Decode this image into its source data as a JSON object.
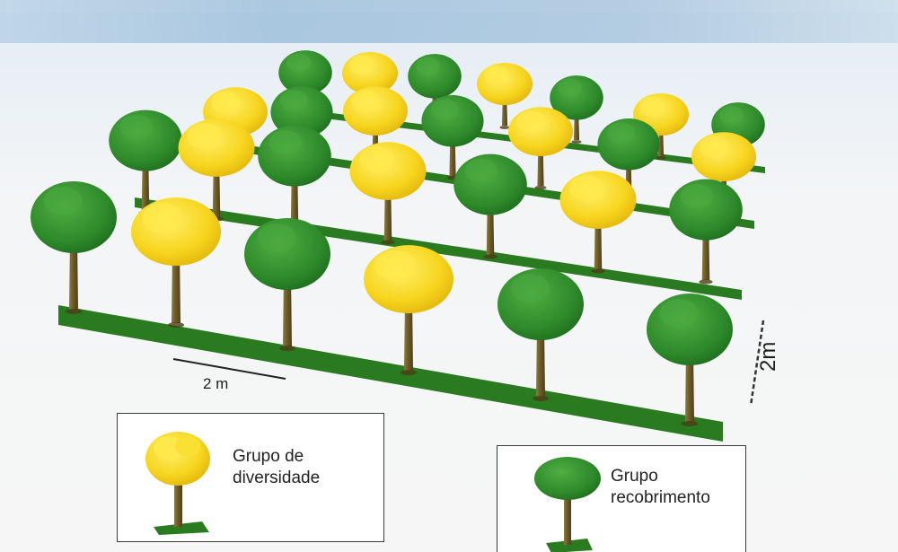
{
  "colors": {
    "diversity_canopy": "#f6d21c",
    "cover_canopy": "#2f8f2c",
    "trunk": "#6d5a2a",
    "strip": "#2a7a20"
  },
  "trees": {
    "row_1": [
      "cover",
      "diversity",
      "cover",
      "diversity",
      "cover",
      "diversity",
      "cover"
    ],
    "row_2": [
      "diversity",
      "cover",
      "diversity",
      "cover",
      "diversity",
      "cover",
      "diversity"
    ],
    "row_3": [
      "cover",
      "diversity",
      "cover",
      "diversity",
      "cover",
      "diversity",
      "cover"
    ],
    "row_4": [
      "cover",
      "diversity",
      "cover",
      "diversity",
      "cover",
      "cover"
    ]
  },
  "scale": {
    "horizontal_label": "2 m",
    "vertical_label": "2m"
  },
  "legend": {
    "diversity_label": "Grupo de diversidade",
    "cover_label": "Grupo recobrimento"
  }
}
